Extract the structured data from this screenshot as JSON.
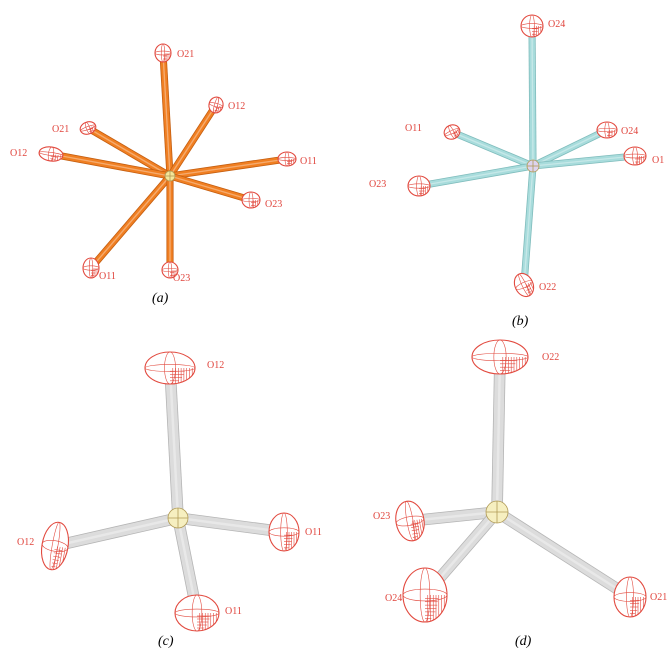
{
  "panels": [
    {
      "id": "a",
      "caption": "(a)",
      "center_color": "#f5e79a",
      "bond_color": "#f07f22",
      "bond_edge": "#c45e10",
      "atoms": [
        {
          "label": "O21"
        },
        {
          "label": "O12"
        },
        {
          "label": "O21"
        },
        {
          "label": "O12"
        },
        {
          "label": "O11"
        },
        {
          "label": "O23"
        },
        {
          "label": "O11"
        },
        {
          "label": "O23"
        }
      ]
    },
    {
      "id": "b",
      "caption": "(b)",
      "center_color": "#ddd3ef",
      "bond_color": "#a8dcdc",
      "bond_edge": "#7fbcbc",
      "atoms": [
        {
          "label": "O24"
        },
        {
          "label": "O11"
        },
        {
          "label": "O24"
        },
        {
          "label": "O1"
        },
        {
          "label": "O23"
        },
        {
          "label": "O22"
        }
      ]
    },
    {
      "id": "c",
      "caption": "(c)",
      "center_color": "#f6efc0",
      "bond_color": "#dcdcdc",
      "bond_edge": "#b5b5b5",
      "atoms": [
        {
          "label": "O12"
        },
        {
          "label": "O12"
        },
        {
          "label": "O11"
        },
        {
          "label": "O11"
        }
      ]
    },
    {
      "id": "d",
      "caption": "(d)",
      "center_color": "#f6efc0",
      "bond_color": "#dcdcdc",
      "bond_edge": "#b5b5b5",
      "atoms": [
        {
          "label": "O22"
        },
        {
          "label": "O23"
        },
        {
          "label": "O24"
        },
        {
          "label": "O21"
        }
      ]
    }
  ],
  "ellipsoid_color": "#e24a3f"
}
